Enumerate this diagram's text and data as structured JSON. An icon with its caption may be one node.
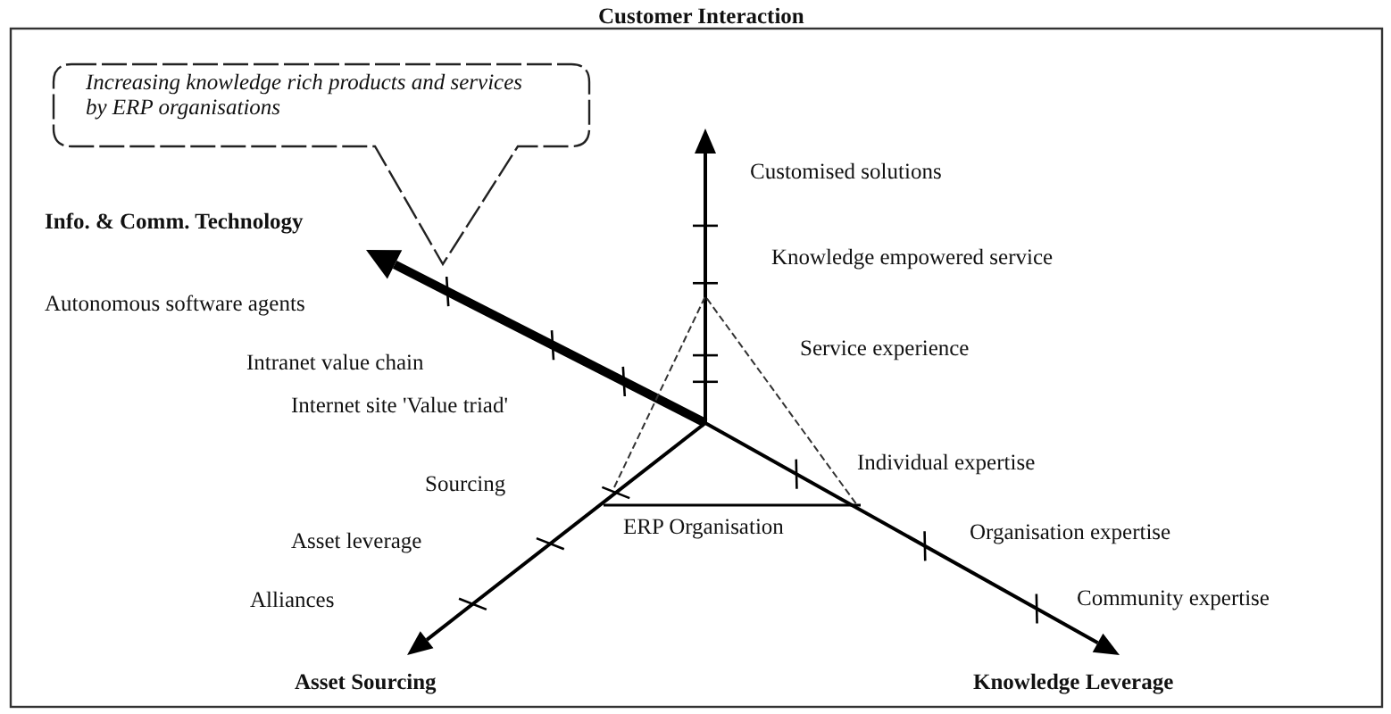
{
  "diagram": {
    "nodes": [
      {
        "text": [
          "Increasing knowledge rich products and services by ERP organisations"
        ]
      },
      {
        "text": [
          "ERP Organisation"
        ]
      }
    ],
    "labels": [
      "Customer Interaction",
      "Customised solutions",
      "Info. & Comm. Technology",
      "Knowledge empowered service",
      "Autonomous software agents",
      "Service experience",
      "Intranet value chain",
      "Internet site 'Value triad'",
      "Individual expertise",
      "Sourcing",
      "Asset leverage",
      "Organisation expertise",
      "Alliances",
      "Community expertise",
      "Asset Sourcing",
      "Knowledge Leverage"
    ]
  }
}
